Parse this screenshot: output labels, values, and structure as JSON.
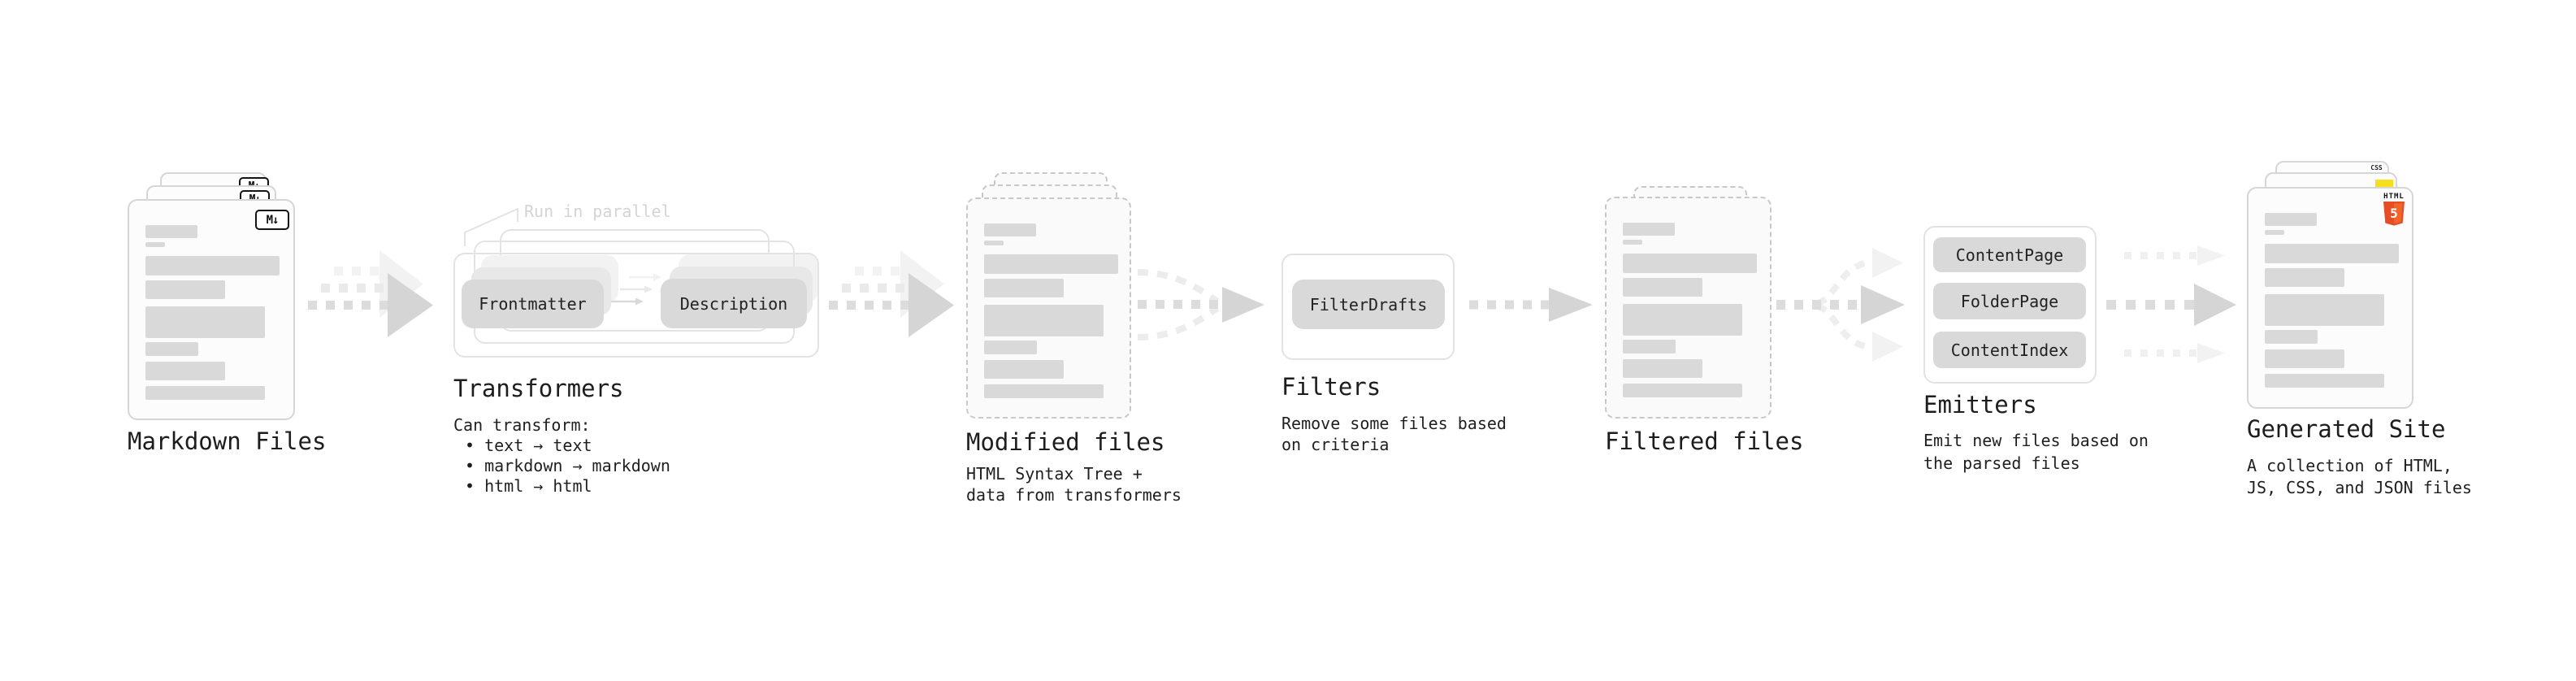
{
  "doc_skeleton": {
    "bars": [
      {
        "t": 30,
        "w": 64,
        "h": 16
      },
      {
        "t": 51,
        "w": 24,
        "h": 6
      },
      {
        "t": 68,
        "w": 165,
        "h": 24
      },
      {
        "t": 98,
        "w": 98,
        "h": 23
      },
      {
        "t": 130,
        "w": 147,
        "h": 39
      },
      {
        "t": 174,
        "w": 65,
        "h": 17
      },
      {
        "t": 198,
        "w": 98,
        "h": 23
      },
      {
        "t": 228,
        "w": 147,
        "h": 17
      }
    ]
  },
  "markdown_files": {
    "label": "Markdown Files",
    "badge": "M↓"
  },
  "transformers": {
    "label": "Transformers",
    "note": "Run in parallel",
    "input_pill": "Frontmatter",
    "output_pill": "Description",
    "description_title": "Can transform:",
    "bullets": [
      "text → text",
      "markdown → markdown",
      "html → html"
    ]
  },
  "modified_files": {
    "label": "Modified files",
    "description": [
      "HTML Syntax Tree +",
      "data from transformers"
    ]
  },
  "filters": {
    "label": "Filters",
    "pill": "FilterDrafts",
    "description": [
      "Remove some files based",
      "on criteria"
    ]
  },
  "filtered_files": {
    "label": "Filtered files"
  },
  "emitters": {
    "label": "Emitters",
    "pills": [
      "ContentPage",
      "FolderPage",
      "ContentIndex"
    ],
    "description": [
      "Emit new files based on",
      "the parsed files"
    ]
  },
  "generated_site": {
    "label": "Generated Site",
    "badges": {
      "css": "CSS",
      "html_word": "HTML",
      "html5_number": "5"
    },
    "description": [
      "A collection of HTML,",
      "JS, CSS, and JSON files"
    ]
  },
  "colors": {
    "html5_orange": "#e44d26",
    "html5_orange_light": "#f16529",
    "js_yellow": "#f7df1e",
    "css_blue": "#2f6df2",
    "skeleton_gray": "#d9d9d9",
    "arrow_gray": "#d5d5d5",
    "faint_note_gray": "#d4d4d4"
  }
}
